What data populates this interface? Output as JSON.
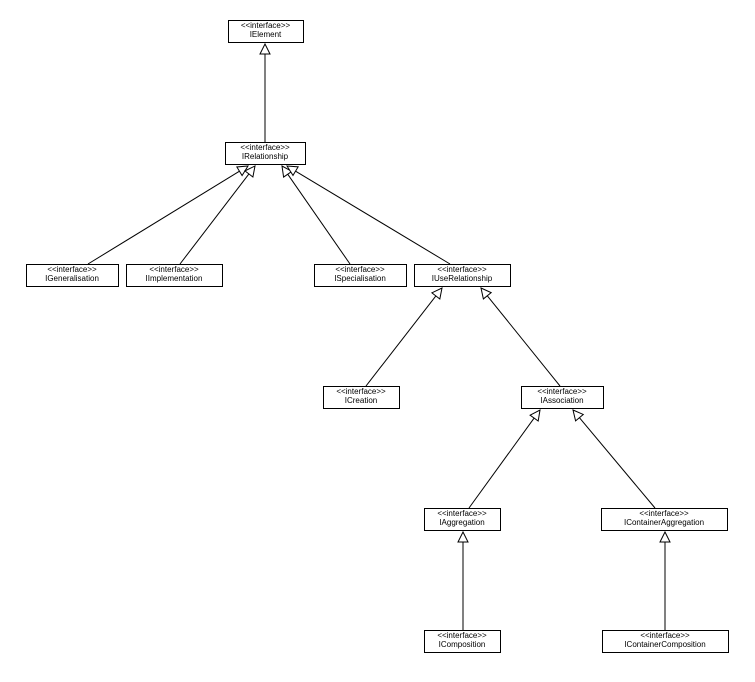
{
  "diagram": {
    "stereotype": "<<interface>>",
    "nodes": [
      {
        "id": "IElement",
        "name": "IElement"
      },
      {
        "id": "IRelationship",
        "name": "IRelationship"
      },
      {
        "id": "IGeneralisation",
        "name": "IGeneralisation"
      },
      {
        "id": "IImplementation",
        "name": "IImplementation"
      },
      {
        "id": "ISpecialisation",
        "name": "ISpecialisation"
      },
      {
        "id": "IUseRelationship",
        "name": "IUseRelationship"
      },
      {
        "id": "ICreation",
        "name": "ICreation"
      },
      {
        "id": "IAssociation",
        "name": "IAssociation"
      },
      {
        "id": "IAggregation",
        "name": "IAggregation"
      },
      {
        "id": "IContainerAggregation",
        "name": "IContainerAggregation"
      },
      {
        "id": "IComposition",
        "name": "IComposition"
      },
      {
        "id": "IContainerComposition",
        "name": "IContainerComposition"
      }
    ],
    "edges": [
      {
        "child": "IRelationship",
        "parent": "IElement",
        "type": "generalization"
      },
      {
        "child": "IGeneralisation",
        "parent": "IRelationship",
        "type": "generalization"
      },
      {
        "child": "IImplementation",
        "parent": "IRelationship",
        "type": "generalization"
      },
      {
        "child": "ISpecialisation",
        "parent": "IRelationship",
        "type": "generalization"
      },
      {
        "child": "IUseRelationship",
        "parent": "IRelationship",
        "type": "generalization"
      },
      {
        "child": "ICreation",
        "parent": "IUseRelationship",
        "type": "generalization"
      },
      {
        "child": "IAssociation",
        "parent": "IUseRelationship",
        "type": "generalization"
      },
      {
        "child": "IAggregation",
        "parent": "IAssociation",
        "type": "generalization"
      },
      {
        "child": "IContainerAggregation",
        "parent": "IAssociation",
        "type": "generalization"
      },
      {
        "child": "IComposition",
        "parent": "IAggregation",
        "type": "generalization"
      },
      {
        "child": "IContainerComposition",
        "parent": "IContainerAggregation",
        "type": "generalization"
      }
    ]
  }
}
